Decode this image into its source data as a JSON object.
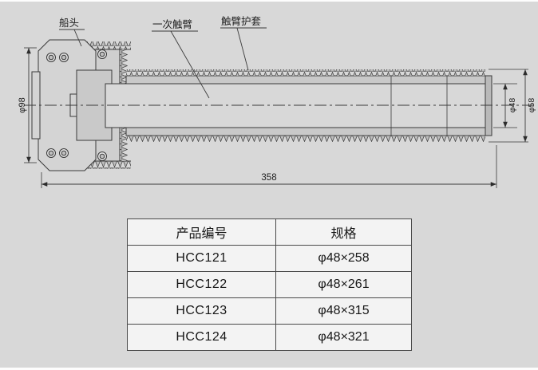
{
  "page": {
    "background": "#d8d8d8",
    "line_color": "#3a3a3a"
  },
  "drawing": {
    "labels": {
      "bow": "船头",
      "primary_contact_arm": "一次触臂",
      "contact_arm_sleeve": "触臂护套"
    },
    "dimensions": {
      "flange_diameter": "φ98",
      "bore_diameter": "φ48",
      "sleeve_diameter": "φ58",
      "overall_length": "358"
    }
  },
  "spec_table": {
    "headers": {
      "model": "产品编号",
      "spec": "规格"
    },
    "rows": [
      {
        "model": "HCC121",
        "spec": "φ48×258"
      },
      {
        "model": "HCC122",
        "spec": "φ48×261"
      },
      {
        "model": "HCC123",
        "spec": "φ48×315"
      },
      {
        "model": "HCC124",
        "spec": "φ48×321"
      }
    ]
  }
}
